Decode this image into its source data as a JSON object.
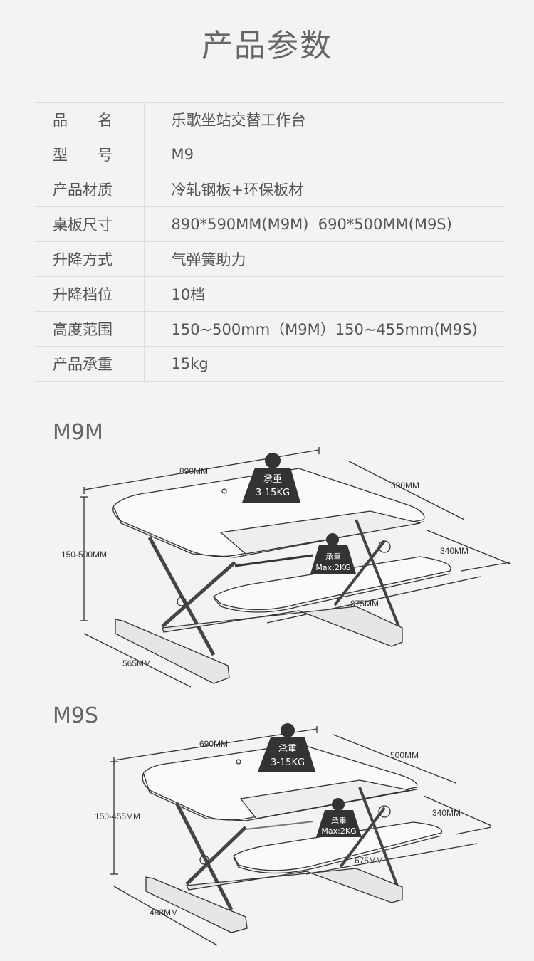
{
  "title": "产品参数",
  "specs": [
    {
      "key": "品　名",
      "value": "乐歌坐站交替工作台"
    },
    {
      "key": "型　号",
      "value": "M9"
    },
    {
      "key": "产品材质",
      "value": "冷轧钢板+环保板材"
    },
    {
      "key": "桌板尺寸",
      "value": "890*590MM(M9M)  690*500MM(M9S)"
    },
    {
      "key": "升降方式",
      "value": "气弹簧助力"
    },
    {
      "key": "升降档位",
      "value": "10档"
    },
    {
      "key": "高度范围",
      "value": "150~500mm（M9M）150~455mm(M9S)"
    },
    {
      "key": "产品承重",
      "value": "15kg"
    }
  ],
  "m9m": {
    "title": "M9M",
    "width": "890MM",
    "depth": "590MM",
    "keyboard_depth": "340MM",
    "keyboard_width": "875MM",
    "height": "150-500MM",
    "base": "565MM",
    "top_load_label": "承重",
    "top_load_value": "3-15KG",
    "kb_load_label": "承重",
    "kb_load_value": "Max:2KG"
  },
  "m9s": {
    "title": "M9S",
    "width": "690MM",
    "depth": "500MM",
    "keyboard_depth": "340MM",
    "keyboard_width": "675MM",
    "height": "150-455MM",
    "base": "488MM",
    "top_load_label": "承重",
    "top_load_value": "3-15KG",
    "kb_load_label": "承重",
    "kb_load_value": "Max:2KG"
  }
}
